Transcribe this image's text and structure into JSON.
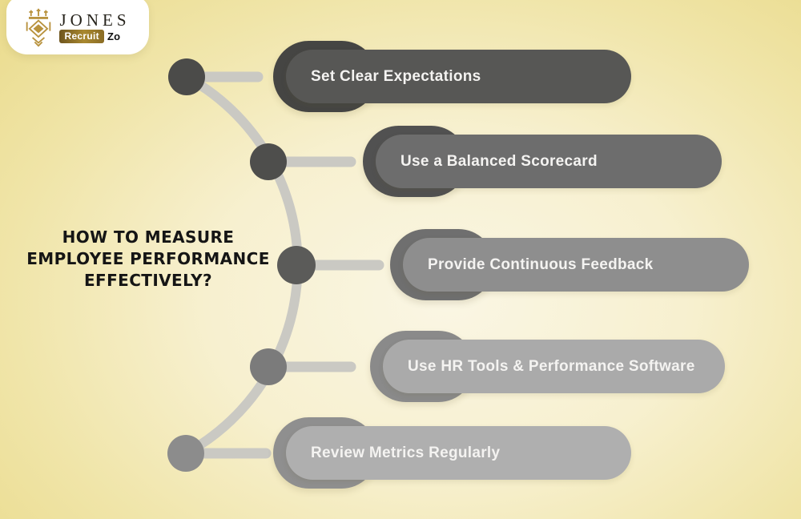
{
  "logo": {
    "brand": "JONES",
    "badge": "Recruit",
    "suffix": "Zo",
    "gold_color": "#b8923d"
  },
  "title": {
    "line1": "HOW TO MEASURE",
    "line2": "EMPLOYEE PERFORMANCE",
    "line3": "EFFECTIVELY?"
  },
  "items": [
    {
      "label": "Set Clear Expectations",
      "front_color": "#575755",
      "back_color": "#454543",
      "node_color": "#4b4b49"
    },
    {
      "label": "Use a Balanced Scorecard",
      "front_color": "#6d6d6d",
      "back_color": "#515151",
      "node_color": "#4e4e4c"
    },
    {
      "label": "Provide Continuous Feedback",
      "front_color": "#8e8e8e",
      "back_color": "#6f6f6f",
      "node_color": "#5b5b59"
    },
    {
      "label": "Use HR Tools & Performance Software",
      "front_color": "#aaaaaa",
      "back_color": "#8a8a8a",
      "node_color": "#7b7b7b"
    },
    {
      "label": "Review Metrics Regularly",
      "front_color": "#afafaf",
      "back_color": "#8f8f8f",
      "node_color": "#8c8c8c"
    }
  ],
  "connector_color": "#cac9c3",
  "background": {
    "center_color": "#faf6e4",
    "edge_color": "#eadb8c"
  }
}
